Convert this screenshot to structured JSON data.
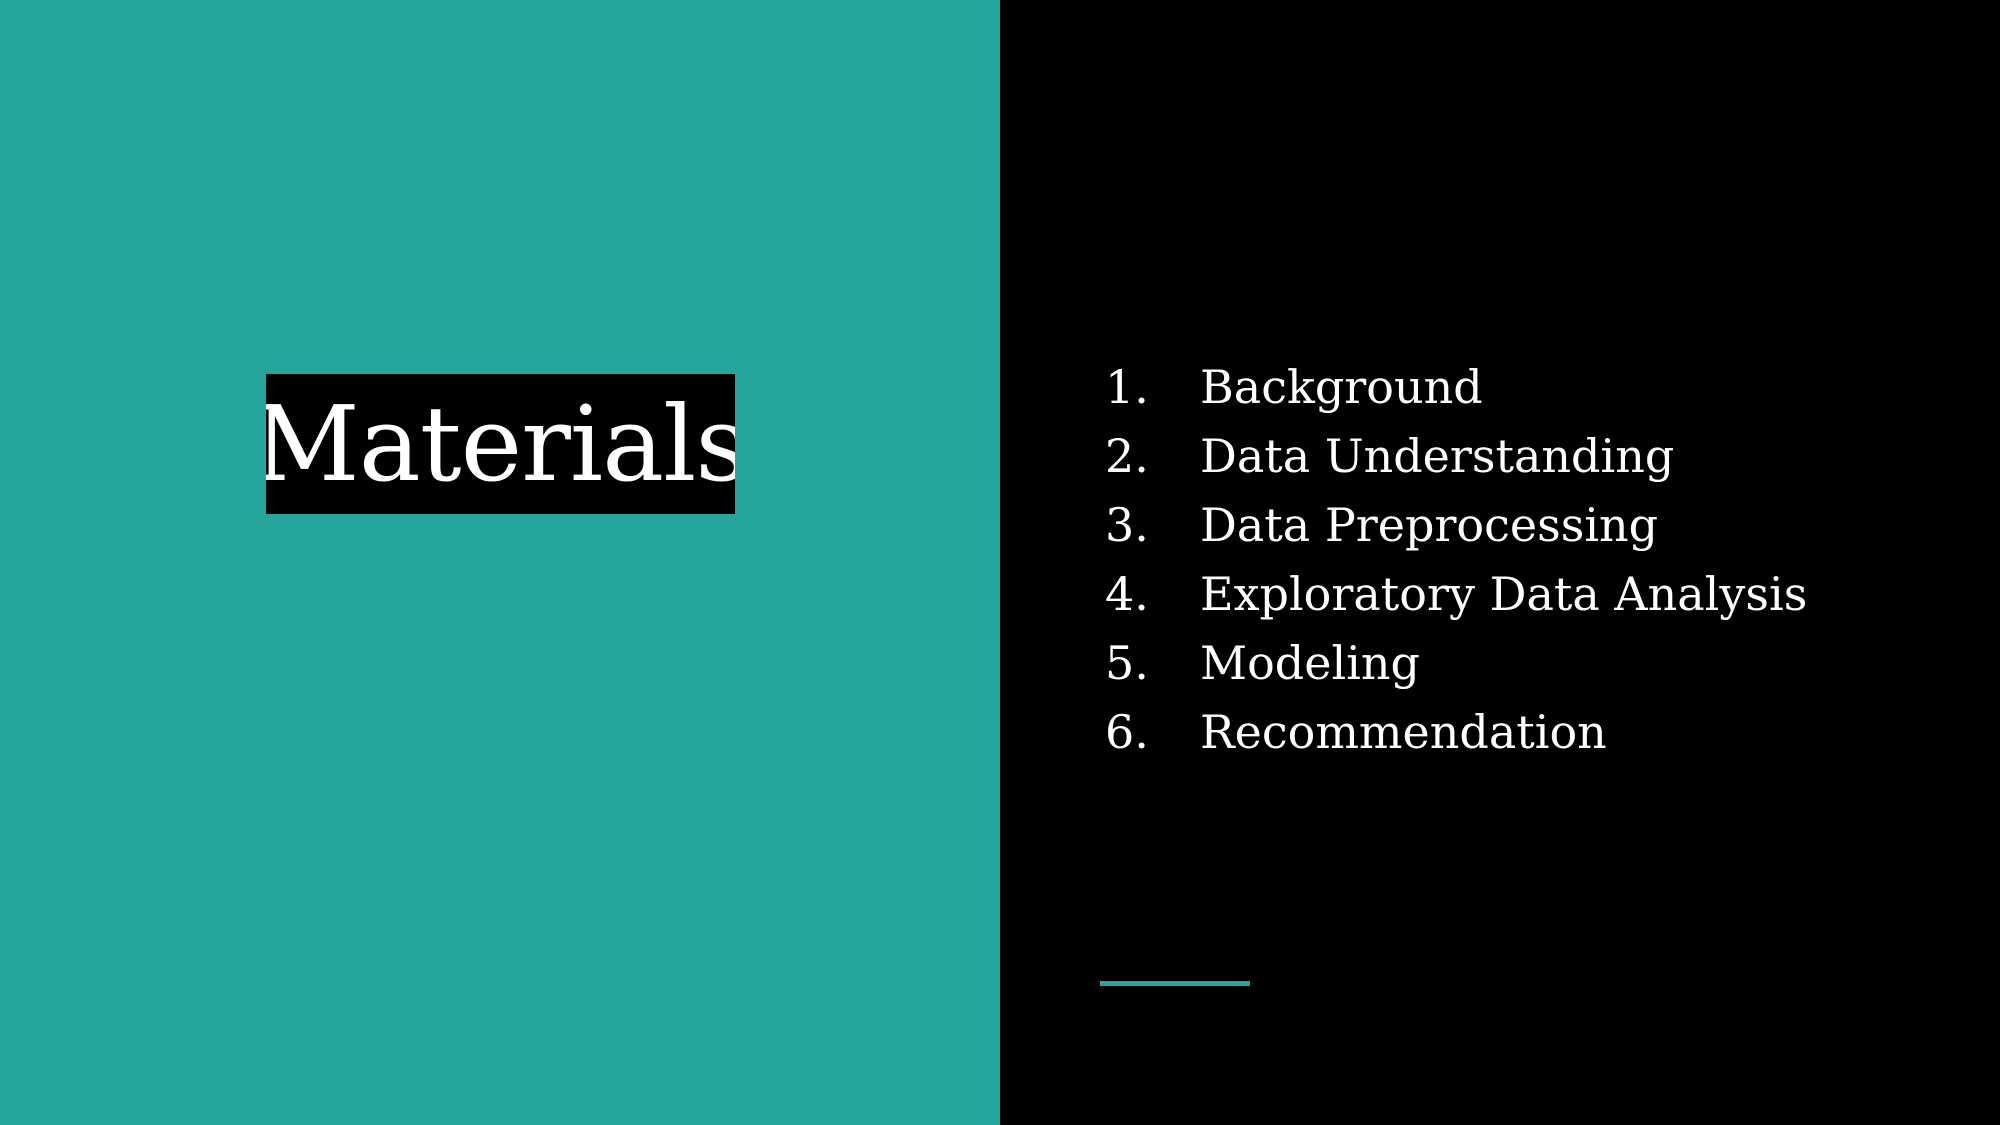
{
  "colors": {
    "left_background": "#26a69a",
    "right_background": "#000000",
    "title_box_background": "#000000",
    "text": "#ffffff",
    "accent_line": "#26a69a"
  },
  "slide": {
    "title": "Materials",
    "agenda": [
      {
        "number": "1.",
        "label": "Background"
      },
      {
        "number": "2.",
        "label": "Data Understanding"
      },
      {
        "number": "3.",
        "label": "Data Preprocessing"
      },
      {
        "number": "4.",
        "label": "Exploratory Data Analysis"
      },
      {
        "number": "5.",
        "label": "Modeling"
      },
      {
        "number": "6.",
        "label": "Recommendation"
      }
    ]
  }
}
